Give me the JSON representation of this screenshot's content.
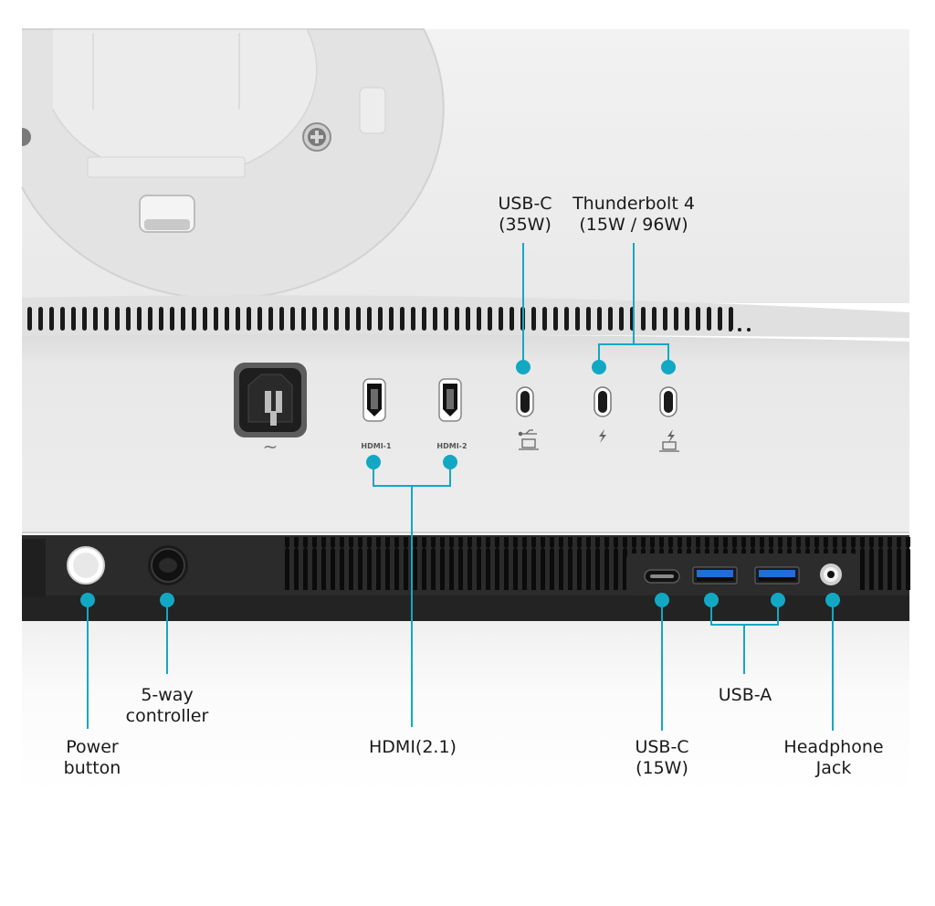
{
  "labels": {
    "usb_c_35w": "USB-C\n(35W)",
    "thunderbolt_4": "Thunderbolt 4\n(15W / 96W)",
    "five_way_controller": "5-way\ncontroller",
    "power_button": "Power\nbutton",
    "hdmi": "HDMI(2.1)",
    "usb_a": "USB-A",
    "usb_c_15w": "USB-C\n(15W)",
    "headphone_jack": "Headphone\nJack"
  },
  "port_marks": {
    "hdmi_1": "HDMI-1",
    "hdmi_2": "HDMI-2",
    "ac_symbol": "~"
  },
  "colors": {
    "callout": "#12a8c4",
    "panel": "#e6e6e6",
    "bezel": "#2b2b2b"
  }
}
